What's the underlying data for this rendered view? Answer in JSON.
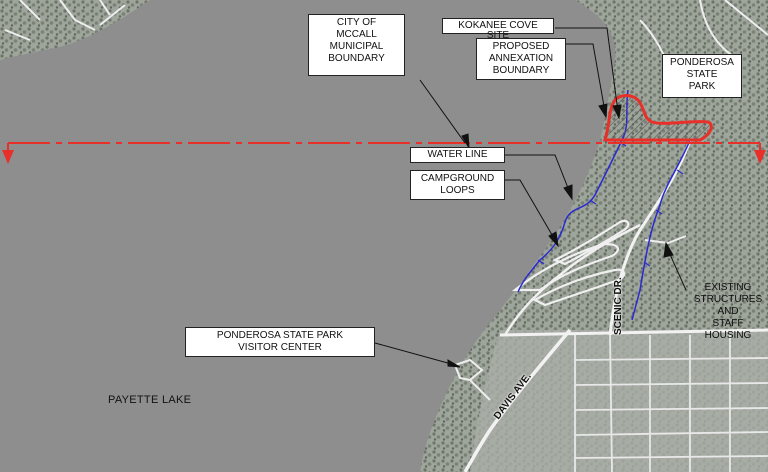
{
  "labels": {
    "city_boundary": "CITY OF\nMCCALL\nMUNICIPAL\nBOUNDARY",
    "kokanee_cove": "KOKANEE COVE SITE",
    "proposed_annexation": "PROPOSED\nANNEXATION\nBOUNDARY",
    "ponderosa_park": "PONDEROSA\nSTATE\nPARK",
    "water_line": "WATER LINE",
    "campground_loops": "CAMPGROUND\nLOOPS",
    "existing_structures": "EXISTING\nSTRUCTURES\nAND\nSTAFF\nHOUSING",
    "visitor_center": "PONDEROSA STATE PARK\nVISITOR CENTER",
    "payette_lake": "PAYETTE LAKE",
    "scenic_dr": "SCENIC DR.",
    "davis_ave": "DAVIS AVE."
  },
  "colors": {
    "lake": "#8e8e8e",
    "land": "#9ca39a",
    "boundary": "#e8302a",
    "water_line": "#2a2ad0",
    "road": "#f2f2f2"
  }
}
